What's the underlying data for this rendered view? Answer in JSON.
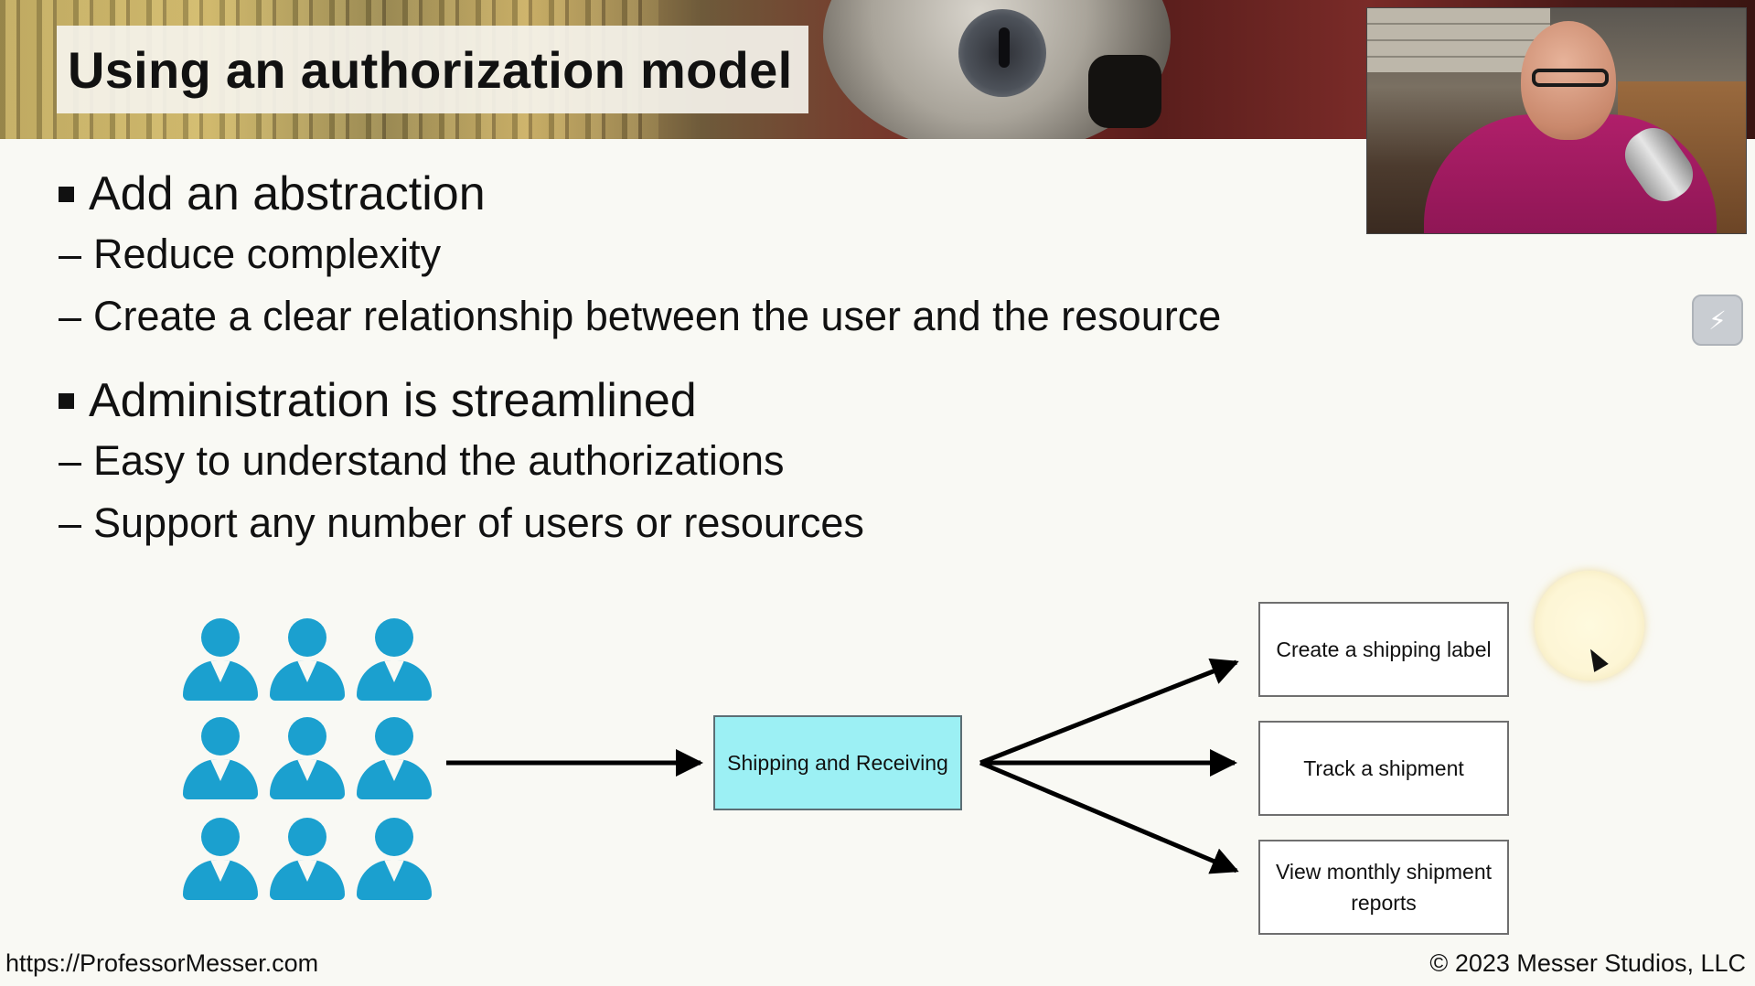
{
  "slide": {
    "title": "Using an authorization model",
    "bullets": [
      {
        "text": "Add an abstraction",
        "subs": [
          "Reduce complexity",
          "Create a clear relationship between the user and the resource"
        ]
      },
      {
        "text": "Administration is streamlined",
        "subs": [
          "Easy to understand the authorizations",
          "Support any number of users or resources"
        ]
      }
    ],
    "sub_marker": "–",
    "diagram": {
      "user_icon": "person-icon",
      "user_count": 9,
      "center_label": "Shipping and Receiving",
      "resources": [
        "Create a shipping label",
        "Track a shipment",
        "View monthly shipment reports"
      ],
      "user_color": "#1ba0cf",
      "center_color": "#9cf0f4"
    },
    "footer_left": "https://ProfessorMesser.com",
    "footer_right": "© 2023 Messer Studios, LLC"
  },
  "overlay": {
    "side_button_icon": "lightning-icon",
    "side_button_glyph": "⚡"
  }
}
